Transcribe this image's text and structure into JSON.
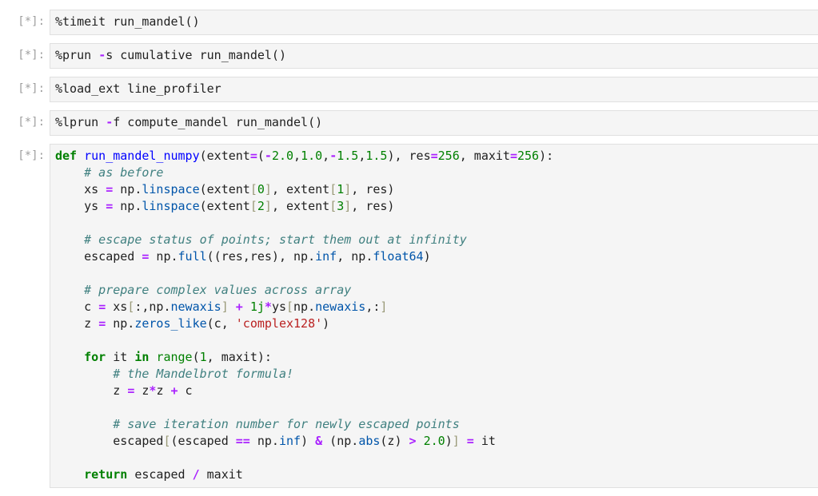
{
  "cells": [
    {
      "prompt": "[*]:",
      "lines": [
        [
          [
            "n",
            "%timeit run_mandel()"
          ]
        ]
      ]
    },
    {
      "prompt": "[*]:",
      "lines": [
        [
          [
            "n",
            "%prun "
          ],
          [
            "o",
            "-"
          ],
          [
            "n",
            "s cumulative run_mandel()"
          ]
        ]
      ]
    },
    {
      "prompt": "[*]:",
      "lines": [
        [
          [
            "n",
            "%load_ext line_profiler"
          ]
        ]
      ]
    },
    {
      "prompt": "[*]:",
      "lines": [
        [
          [
            "n",
            "%lprun "
          ],
          [
            "o",
            "-"
          ],
          [
            "n",
            "f compute_mandel run_mandel()"
          ]
        ]
      ]
    },
    {
      "prompt": "[*]:",
      "lines": [
        [
          [
            "k",
            "def"
          ],
          [
            "n",
            " "
          ],
          [
            "def",
            "run_mandel_numpy"
          ],
          [
            "n",
            "(extent"
          ],
          [
            "o",
            "="
          ],
          [
            "n",
            "("
          ],
          [
            "o",
            "-"
          ],
          [
            "num",
            "2.0"
          ],
          [
            "n",
            ","
          ],
          [
            "num",
            "1.0"
          ],
          [
            "n",
            ","
          ],
          [
            "o",
            "-"
          ],
          [
            "num",
            "1.5"
          ],
          [
            "n",
            ","
          ],
          [
            "num",
            "1.5"
          ],
          [
            "n",
            "), res"
          ],
          [
            "o",
            "="
          ],
          [
            "num",
            "256"
          ],
          [
            "n",
            ", maxit"
          ],
          [
            "o",
            "="
          ],
          [
            "num",
            "256"
          ],
          [
            "n",
            "):"
          ]
        ],
        [
          [
            "n",
            "    "
          ],
          [
            "c",
            "# as before"
          ]
        ],
        [
          [
            "n",
            "    xs "
          ],
          [
            "o",
            "="
          ],
          [
            "n",
            " np."
          ],
          [
            "p",
            "linspace"
          ],
          [
            "n",
            "(extent"
          ],
          [
            "b",
            "["
          ],
          [
            "num",
            "0"
          ],
          [
            "b",
            "]"
          ],
          [
            "n",
            ", extent"
          ],
          [
            "b",
            "["
          ],
          [
            "num",
            "1"
          ],
          [
            "b",
            "]"
          ],
          [
            "n",
            ", res)"
          ]
        ],
        [
          [
            "n",
            "    ys "
          ],
          [
            "o",
            "="
          ],
          [
            "n",
            " np."
          ],
          [
            "p",
            "linspace"
          ],
          [
            "n",
            "(extent"
          ],
          [
            "b",
            "["
          ],
          [
            "num",
            "2"
          ],
          [
            "b",
            "]"
          ],
          [
            "n",
            ", extent"
          ],
          [
            "b",
            "["
          ],
          [
            "num",
            "3"
          ],
          [
            "b",
            "]"
          ],
          [
            "n",
            ", res)"
          ]
        ],
        [],
        [
          [
            "n",
            "    "
          ],
          [
            "c",
            "# escape status of points; start them out at infinity"
          ]
        ],
        [
          [
            "n",
            "    escaped "
          ],
          [
            "o",
            "="
          ],
          [
            "n",
            " np."
          ],
          [
            "p",
            "full"
          ],
          [
            "n",
            "((res,res), np."
          ],
          [
            "p",
            "inf"
          ],
          [
            "n",
            ", np."
          ],
          [
            "p",
            "float64"
          ],
          [
            "n",
            ")"
          ]
        ],
        [],
        [
          [
            "n",
            "    "
          ],
          [
            "c",
            "# prepare complex values across array"
          ]
        ],
        [
          [
            "n",
            "    c "
          ],
          [
            "o",
            "="
          ],
          [
            "n",
            " xs"
          ],
          [
            "b",
            "["
          ],
          [
            "n",
            ":,np."
          ],
          [
            "p",
            "newaxis"
          ],
          [
            "b",
            "]"
          ],
          [
            "n",
            " "
          ],
          [
            "o",
            "+"
          ],
          [
            "n",
            " "
          ],
          [
            "num",
            "1j"
          ],
          [
            "o",
            "*"
          ],
          [
            "n",
            "ys"
          ],
          [
            "b",
            "["
          ],
          [
            "n",
            "np."
          ],
          [
            "p",
            "newaxis"
          ],
          [
            "n",
            ",:"
          ],
          [
            "b",
            "]"
          ]
        ],
        [
          [
            "n",
            "    z "
          ],
          [
            "o",
            "="
          ],
          [
            "n",
            " np."
          ],
          [
            "p",
            "zeros_like"
          ],
          [
            "n",
            "(c, "
          ],
          [
            "s",
            "'complex128'"
          ],
          [
            "n",
            ")"
          ]
        ],
        [],
        [
          [
            "n",
            "    "
          ],
          [
            "k",
            "for"
          ],
          [
            "n",
            " it "
          ],
          [
            "k",
            "in"
          ],
          [
            "n",
            " "
          ],
          [
            "bi",
            "range"
          ],
          [
            "n",
            "("
          ],
          [
            "num",
            "1"
          ],
          [
            "n",
            ", maxit):"
          ]
        ],
        [
          [
            "n",
            "        "
          ],
          [
            "c",
            "# the Mandelbrot formula!"
          ]
        ],
        [
          [
            "n",
            "        z "
          ],
          [
            "o",
            "="
          ],
          [
            "n",
            " z"
          ],
          [
            "o",
            "*"
          ],
          [
            "n",
            "z "
          ],
          [
            "o",
            "+"
          ],
          [
            "n",
            " c"
          ]
        ],
        [],
        [
          [
            "n",
            "        "
          ],
          [
            "c",
            "# save iteration number for newly escaped points"
          ]
        ],
        [
          [
            "n",
            "        escaped"
          ],
          [
            "b",
            "["
          ],
          [
            "n",
            "(escaped "
          ],
          [
            "o",
            "=="
          ],
          [
            "n",
            " np."
          ],
          [
            "p",
            "inf"
          ],
          [
            "n",
            ") "
          ],
          [
            "o",
            "&"
          ],
          [
            "n",
            " (np."
          ],
          [
            "p",
            "abs"
          ],
          [
            "n",
            "(z) "
          ],
          [
            "o",
            ">"
          ],
          [
            "n",
            " "
          ],
          [
            "num",
            "2.0"
          ],
          [
            "n",
            ")"
          ],
          [
            "b",
            "]"
          ],
          [
            "n",
            " "
          ],
          [
            "o",
            "="
          ],
          [
            "n",
            " it"
          ]
        ],
        [],
        [
          [
            "n",
            "    "
          ],
          [
            "k",
            "return"
          ],
          [
            "n",
            " escaped "
          ],
          [
            "o",
            "/"
          ],
          [
            "n",
            " maxit"
          ]
        ]
      ]
    }
  ]
}
